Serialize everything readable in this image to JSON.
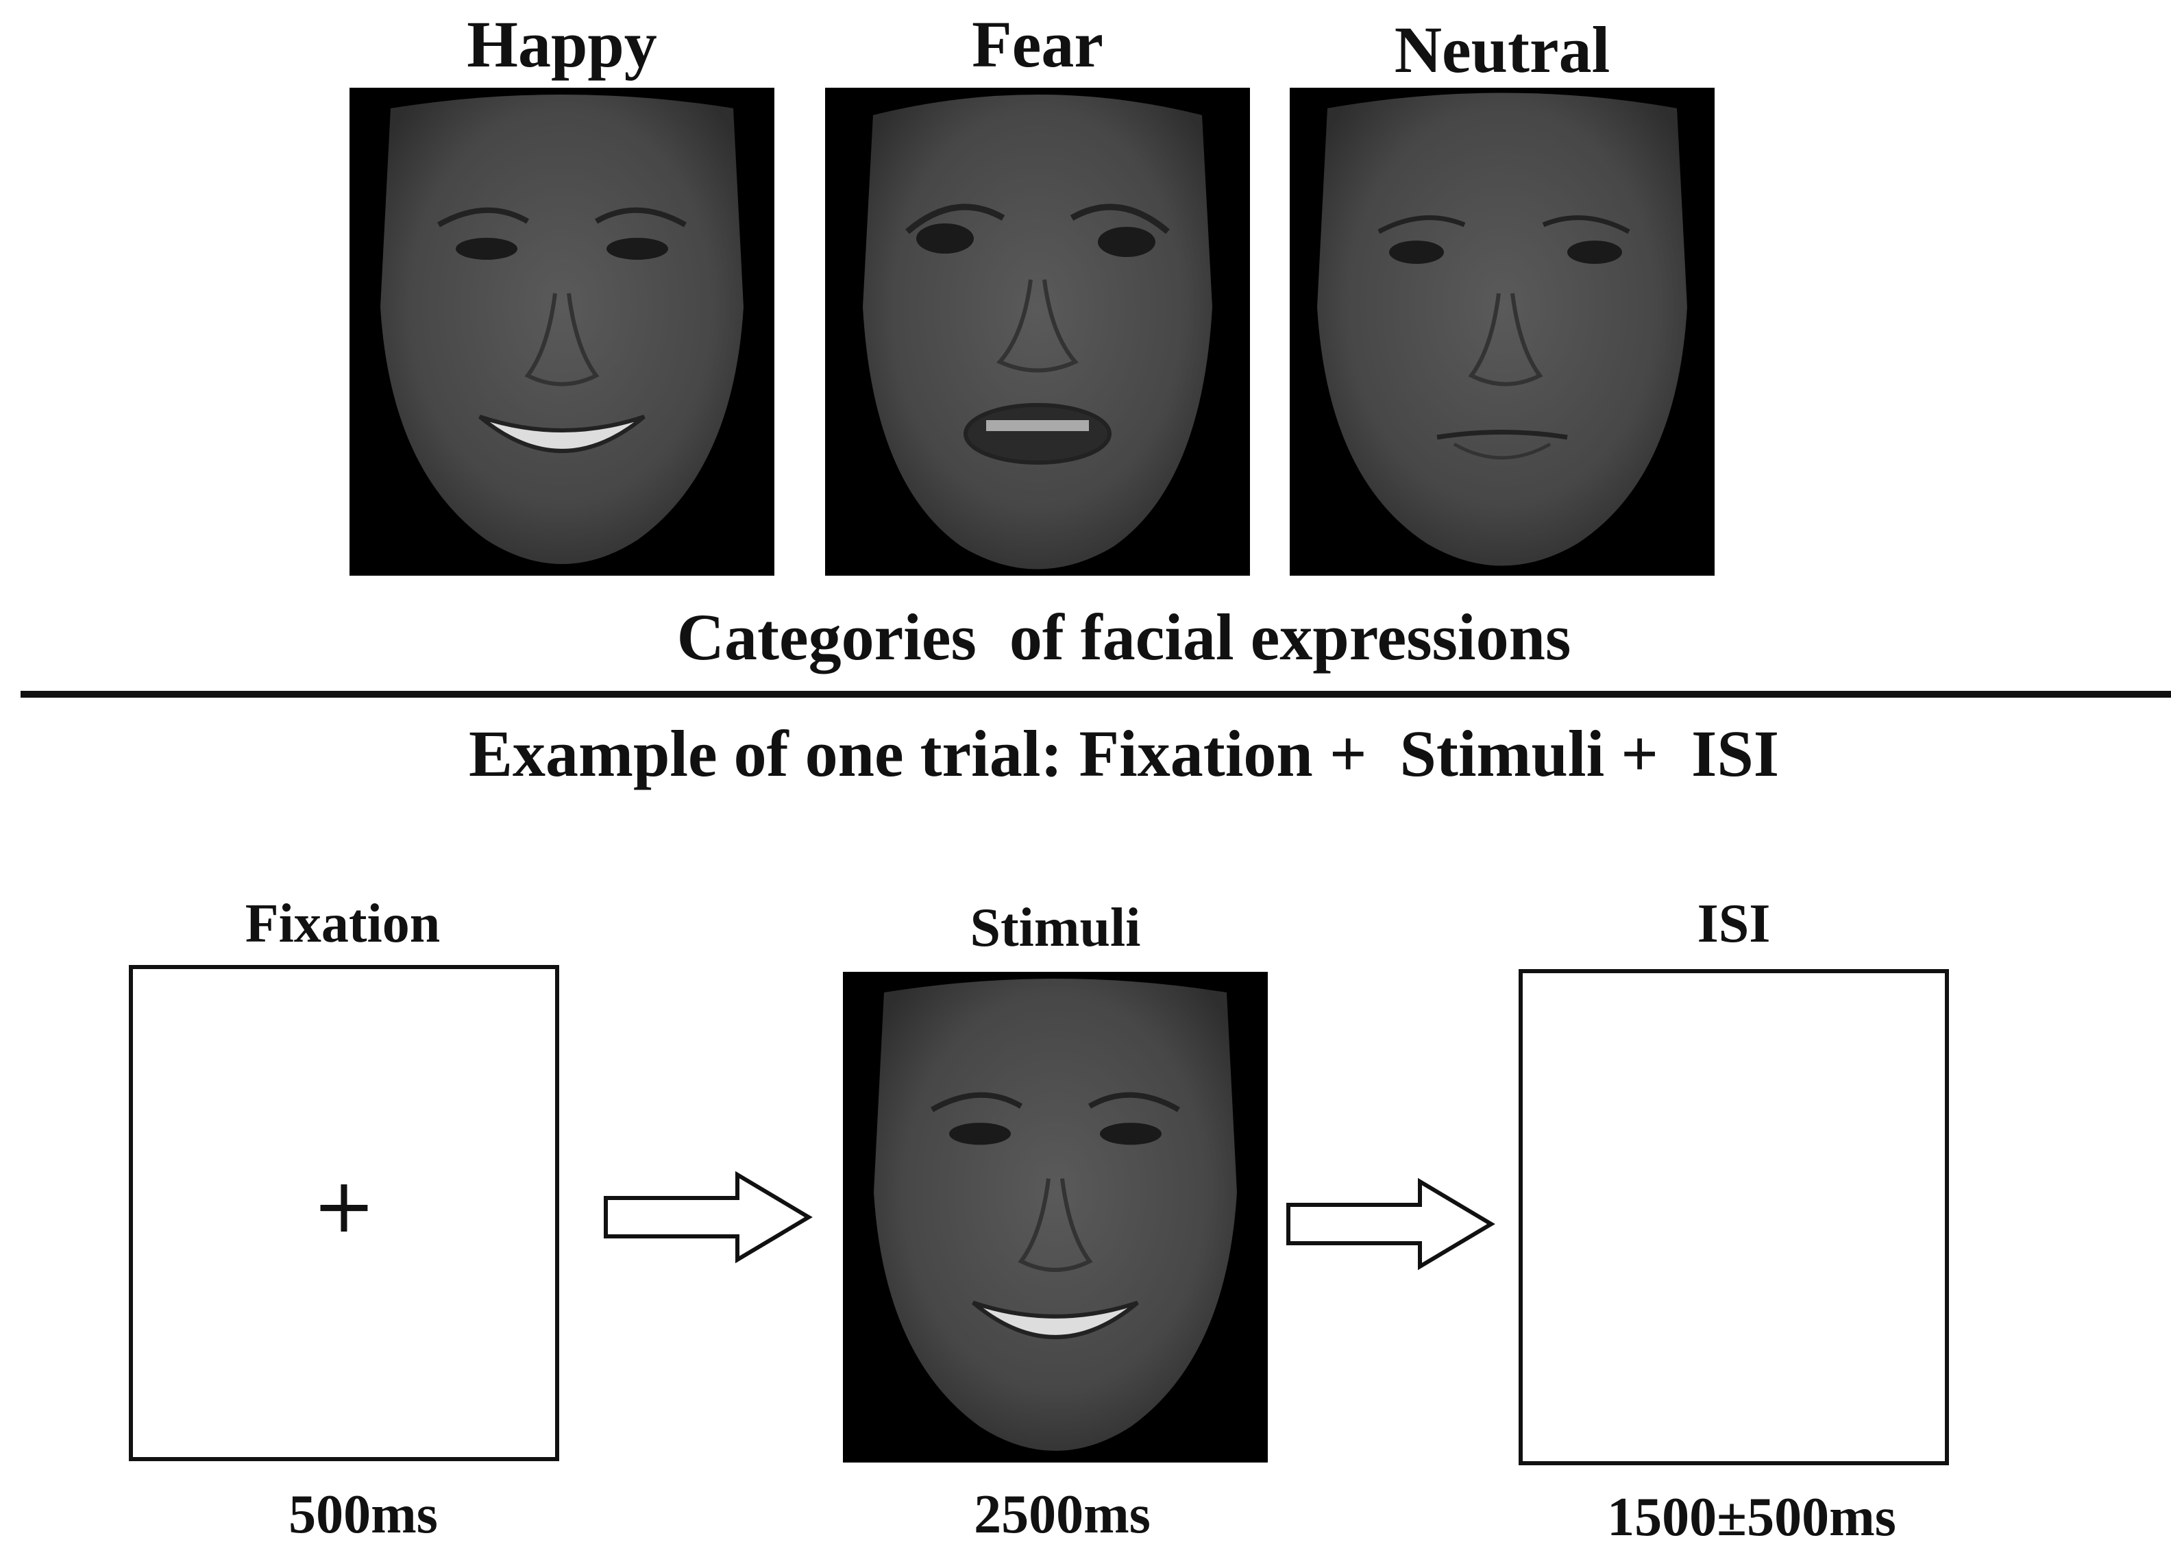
{
  "top_section": {
    "faces": [
      {
        "label": "Happy",
        "expression": "happy"
      },
      {
        "label": "Fear",
        "expression": "fear"
      },
      {
        "label": "Neutral",
        "expression": "neutral"
      }
    ],
    "caption": "Categories  of facial expressions"
  },
  "bottom_section": {
    "title": "Example of one trial: Fixation +  Stimuli +  ISI",
    "steps": [
      {
        "label": "Fixation",
        "symbol": "+",
        "duration": "500ms"
      },
      {
        "label": "Stimuli",
        "duration": "2500ms"
      },
      {
        "label": "ISI",
        "duration": "1500±500ms"
      }
    ]
  },
  "colors": {
    "background": "#ffffff",
    "ink": "#111111",
    "face_bg": "#000000",
    "skin": "#4a4a4a"
  }
}
